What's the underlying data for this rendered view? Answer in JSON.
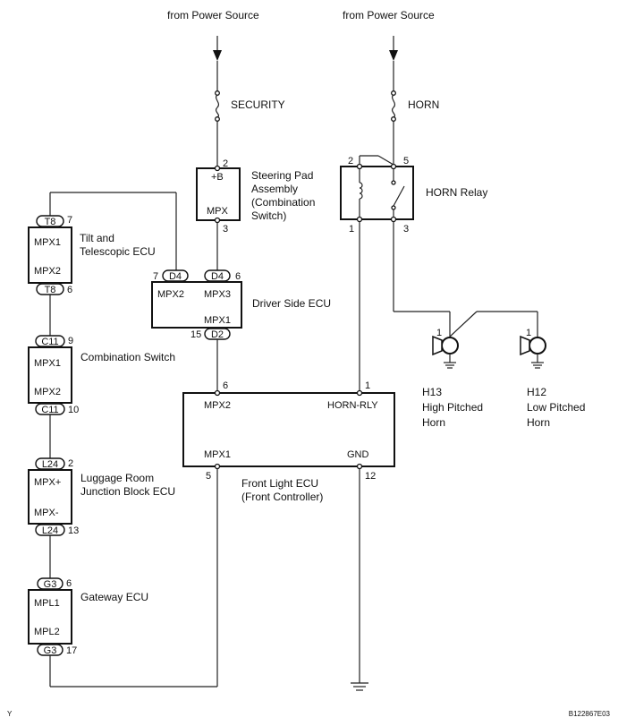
{
  "sources": {
    "left": "from Power Source",
    "right": "from Power Source"
  },
  "fuses": {
    "security": "SECURITY",
    "horn": "HORN"
  },
  "steering_pad": {
    "name_lines": [
      "Steering Pad",
      "Assembly",
      "(Combination",
      "Switch)"
    ],
    "pin_top_label": "+B",
    "pin_bottom_label": "MPX",
    "pin_top_num": "2",
    "pin_bottom_num": "3"
  },
  "horn_relay": {
    "name": "HORN Relay",
    "pins": {
      "p2": "2",
      "p5": "5",
      "p1": "1",
      "p3": "3"
    }
  },
  "tilt_ecu": {
    "name_lines": [
      "Tilt and",
      "Telescopic ECU"
    ],
    "connector": "T8",
    "pin_top_num": "7",
    "pin_bottom_num": "6",
    "label_top": "MPX1",
    "label_bottom": "MPX2"
  },
  "driver_ecu": {
    "name": "Driver Side ECU",
    "conn_d4_left": "D4",
    "conn_d4_right": "D4",
    "conn_d2": "D2",
    "pin_left_num": "7",
    "pin_right_num": "6",
    "pin_bottom_num": "15",
    "label_mpx2": "MPX2",
    "label_mpx3": "MPX3",
    "label_mpx1": "MPX1"
  },
  "combination_switch": {
    "name": "Combination Switch",
    "connector": "C11",
    "pin_top_num": "9",
    "pin_bottom_num": "10",
    "label_top": "MPX1",
    "label_bottom": "MPX2"
  },
  "front_light_ecu": {
    "name_lines": [
      "Front Light ECU",
      "(Front Controller)"
    ],
    "label_mpx2": "MPX2",
    "label_horn_rly": "HORN-RLY",
    "label_mpx1": "MPX1",
    "label_gnd": "GND",
    "pin_mpx2": "6",
    "pin_horn_rly": "1",
    "pin_mpx1": "5",
    "pin_gnd": "12"
  },
  "luggage_jb": {
    "name_lines": [
      "Luggage Room",
      "Junction Block ECU"
    ],
    "connector": "L24",
    "pin_top_num": "2",
    "pin_bottom_num": "13",
    "label_top": "MPX+",
    "label_bottom": "MPX-"
  },
  "gateway_ecu": {
    "name": "Gateway ECU",
    "connector": "G3",
    "pin_top_num": "6",
    "pin_bottom_num": "17",
    "label_top": "MPL1",
    "label_bottom": "MPL2"
  },
  "horns": {
    "h13": {
      "pin": "1",
      "lines": [
        "H13",
        "High Pitched",
        "Horn"
      ]
    },
    "h12": {
      "pin": "1",
      "lines": [
        "H12",
        "Low Pitched",
        "Horn"
      ]
    }
  },
  "corner": {
    "bottom_left": "Y",
    "figure_id": "B122867E03"
  }
}
